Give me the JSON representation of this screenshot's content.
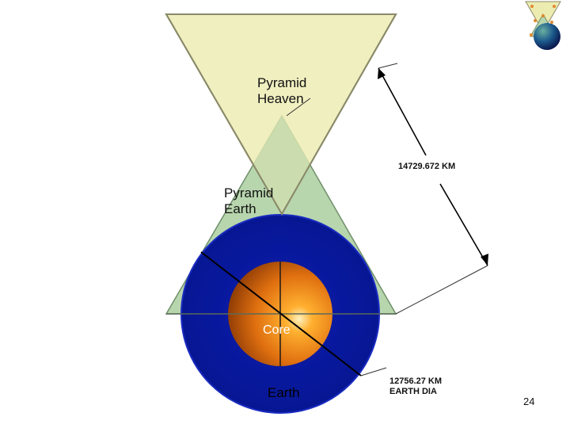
{
  "labels": {
    "pyramid_heaven": [
      "Pyramid",
      "Heaven"
    ],
    "pyramid_earth": [
      "Pyramid",
      "Earth"
    ],
    "core": "Core",
    "earth": "Earth",
    "distance_heaven": "14729.672 KM",
    "earth_diameter": [
      "12756.27 KM",
      "EARTH DIA"
    ]
  },
  "page_number": "24",
  "colors": {
    "heaven_pyramid": "#ecebb0",
    "earth_pyramid": "#b8d6ae",
    "earth_blue": "#0a18a4",
    "core_orange": "#e07010",
    "outline": "#7a7a7a"
  }
}
